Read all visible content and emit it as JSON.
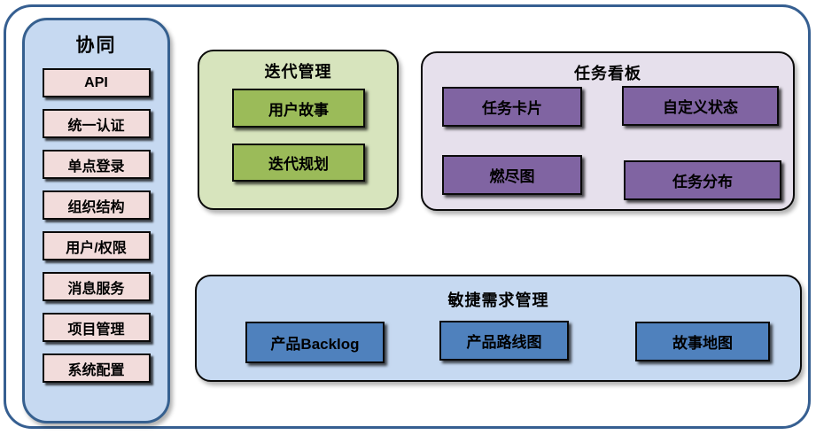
{
  "sidebar": {
    "title": "协同",
    "items": [
      "API",
      "统一认证",
      "单点登录",
      "组织结构",
      "用户/权限",
      "消息服务",
      "项目管理",
      "系统配置"
    ]
  },
  "groups": [
    {
      "title": "迭代管理",
      "items": [
        "用户故事",
        "迭代规划"
      ]
    },
    {
      "title": "任务看板",
      "items": [
        "任务卡片",
        "自定义状态",
        "燃尽图",
        "任务分布"
      ]
    },
    {
      "title": "敏捷需求管理",
      "items": [
        "产品Backlog",
        "产品路线图",
        "故事地图"
      ]
    }
  ],
  "colors": {
    "outer_border": "#365f91",
    "sidebar_bg": "#c6d9f1",
    "sidebar_item_bg": "#f2dcdb",
    "iteration_bg": "#d7e4bd",
    "iteration_item_bg": "#9bbb59",
    "taskboard_bg": "#e6e0ec",
    "taskboard_item_bg": "#8064a2",
    "agile_bg": "#c6d9f1",
    "agile_item_bg": "#4f81bd",
    "box_border": "#000000",
    "text": "#000000"
  }
}
